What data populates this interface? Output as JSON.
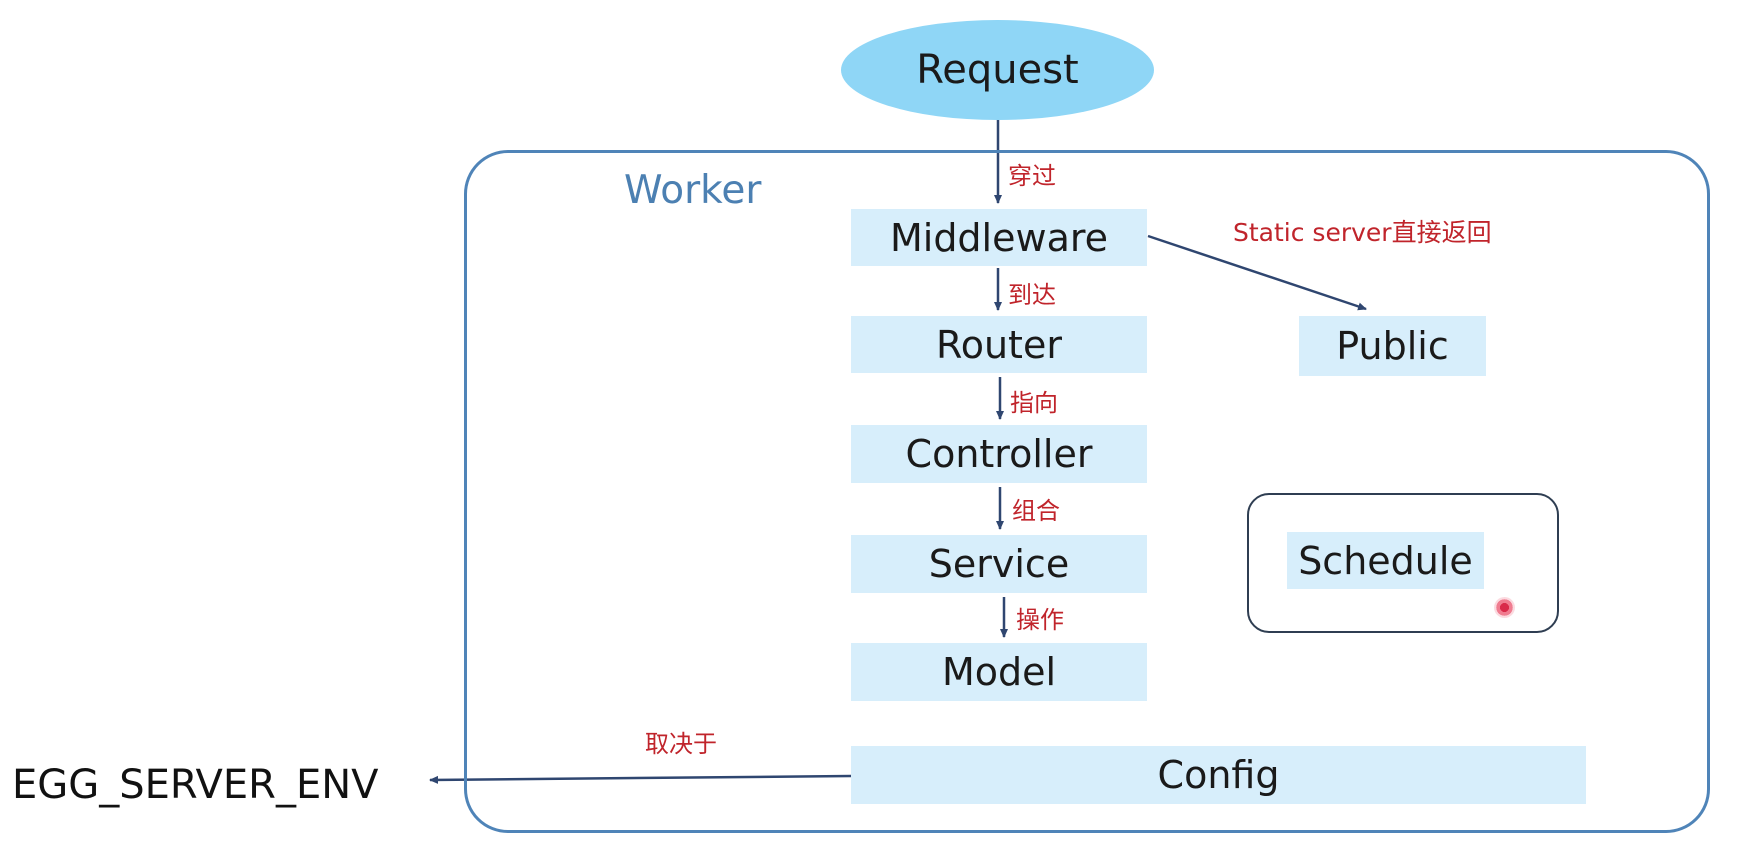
{
  "request": {
    "label": "Request"
  },
  "worker": {
    "label": "Worker"
  },
  "nodes": {
    "middleware": "Middleware",
    "router": "Router",
    "controller": "Controller",
    "service": "Service",
    "model": "Model",
    "public": "Public",
    "schedule": "Schedule",
    "config": "Config"
  },
  "edges": {
    "request_to_middleware": "穿过",
    "middleware_to_router": "到达",
    "router_to_controller": "指向",
    "controller_to_service": "组合",
    "service_to_model": "操作",
    "middleware_to_public": "Static server直接返回",
    "config_to_env": "取决于"
  },
  "env": {
    "label": "EGG_SERVER_ENV"
  },
  "colors": {
    "request_fill": "#8fd6f6",
    "node_fill": "#d7eefb",
    "worker_border": "#4f84b8",
    "worker_label": "#4c80b2",
    "arrow": "#2f4670",
    "edge_label": "#c0242b"
  }
}
